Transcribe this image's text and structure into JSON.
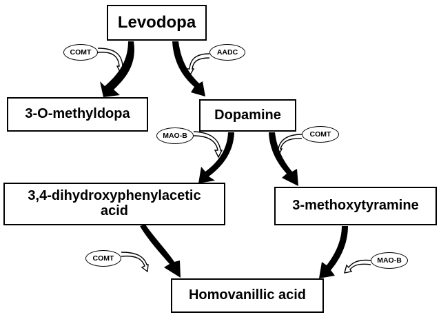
{
  "nodes": {
    "levodopa": "Levodopa",
    "methyldopa": "3-O-methyldopa",
    "dopamine": "Dopamine",
    "dopac_line1": "3,4-dihydroxyphenylacetic",
    "dopac_line2": "acid",
    "methoxytyramine": "3-methoxytyramine",
    "homovanillic": "Homovanillic acid"
  },
  "enzymes": {
    "levodopa_to_methyldopa": "COMT",
    "levodopa_to_dopamine": "AADC",
    "dopamine_to_dopac": "MAO-B",
    "dopamine_to_methoxytyramine": "COMT",
    "dopac_to_homovanillic": "COMT",
    "methoxytyramine_to_homovanillic": "MAO-B"
  }
}
